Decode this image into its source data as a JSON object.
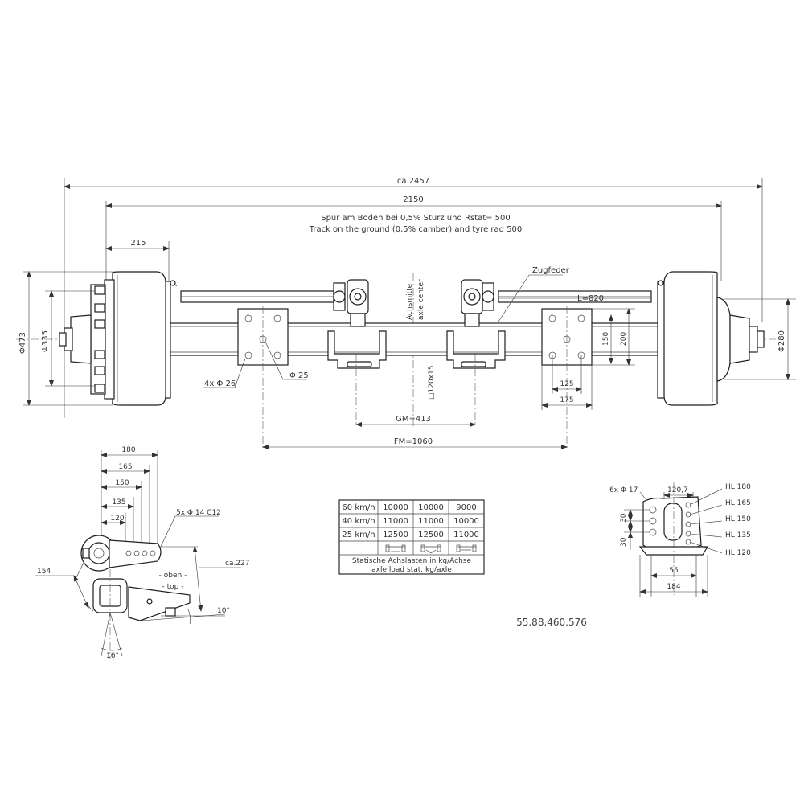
{
  "dims": {
    "overall": "ca.2457",
    "track": "2150",
    "note1": "Spur am Boden bei 0,5% Sturz und Rstat= 500",
    "note2": "Track on the ground (0,5% camber) and tyre rad 500",
    "d215": "215",
    "zugfeder": "Zugfeder",
    "l820": "L=820",
    "achsmitte": "Achsmitte",
    "axle_center": "axle center",
    "d473": "Φ473",
    "d335": "Φ335",
    "d280": "Φ280",
    "d150": "150",
    "d200": "200",
    "d125": "125",
    "d175": "175",
    "holes4": "4x Φ 26",
    "hole25": "Φ 25",
    "tube": "□120x15",
    "gm": "GM=413",
    "fm": "FM=1060"
  },
  "lever": {
    "d180": "180",
    "d165": "165",
    "d150": "150",
    "d135": "135",
    "d120": "120",
    "holes": "5x Φ 14 C12",
    "d154": "154",
    "ca227": "ca.227",
    "oben": "- oben -",
    "top": "- top -",
    "a10": "10°",
    "a16": "16°"
  },
  "table": {
    "rows": [
      [
        "60 km/h",
        "10000",
        "10000",
        "9000"
      ],
      [
        "40 km/h",
        "11000",
        "11000",
        "10000"
      ],
      [
        "25 km/h",
        "12500",
        "12500",
        "11000"
      ]
    ],
    "caption1": "Statische Achslasten in kg/Achse",
    "caption2": "axle load stat. kg/axle"
  },
  "bracket": {
    "holes": "6x Φ 17",
    "w120": "120,7",
    "hl": [
      "HL 180",
      "HL 165",
      "HL 150",
      "HL 135",
      "HL 120"
    ],
    "d30a": "30",
    "d30b": "30",
    "d55": "55",
    "d184": "184"
  },
  "part_number": "55.88.460.576"
}
